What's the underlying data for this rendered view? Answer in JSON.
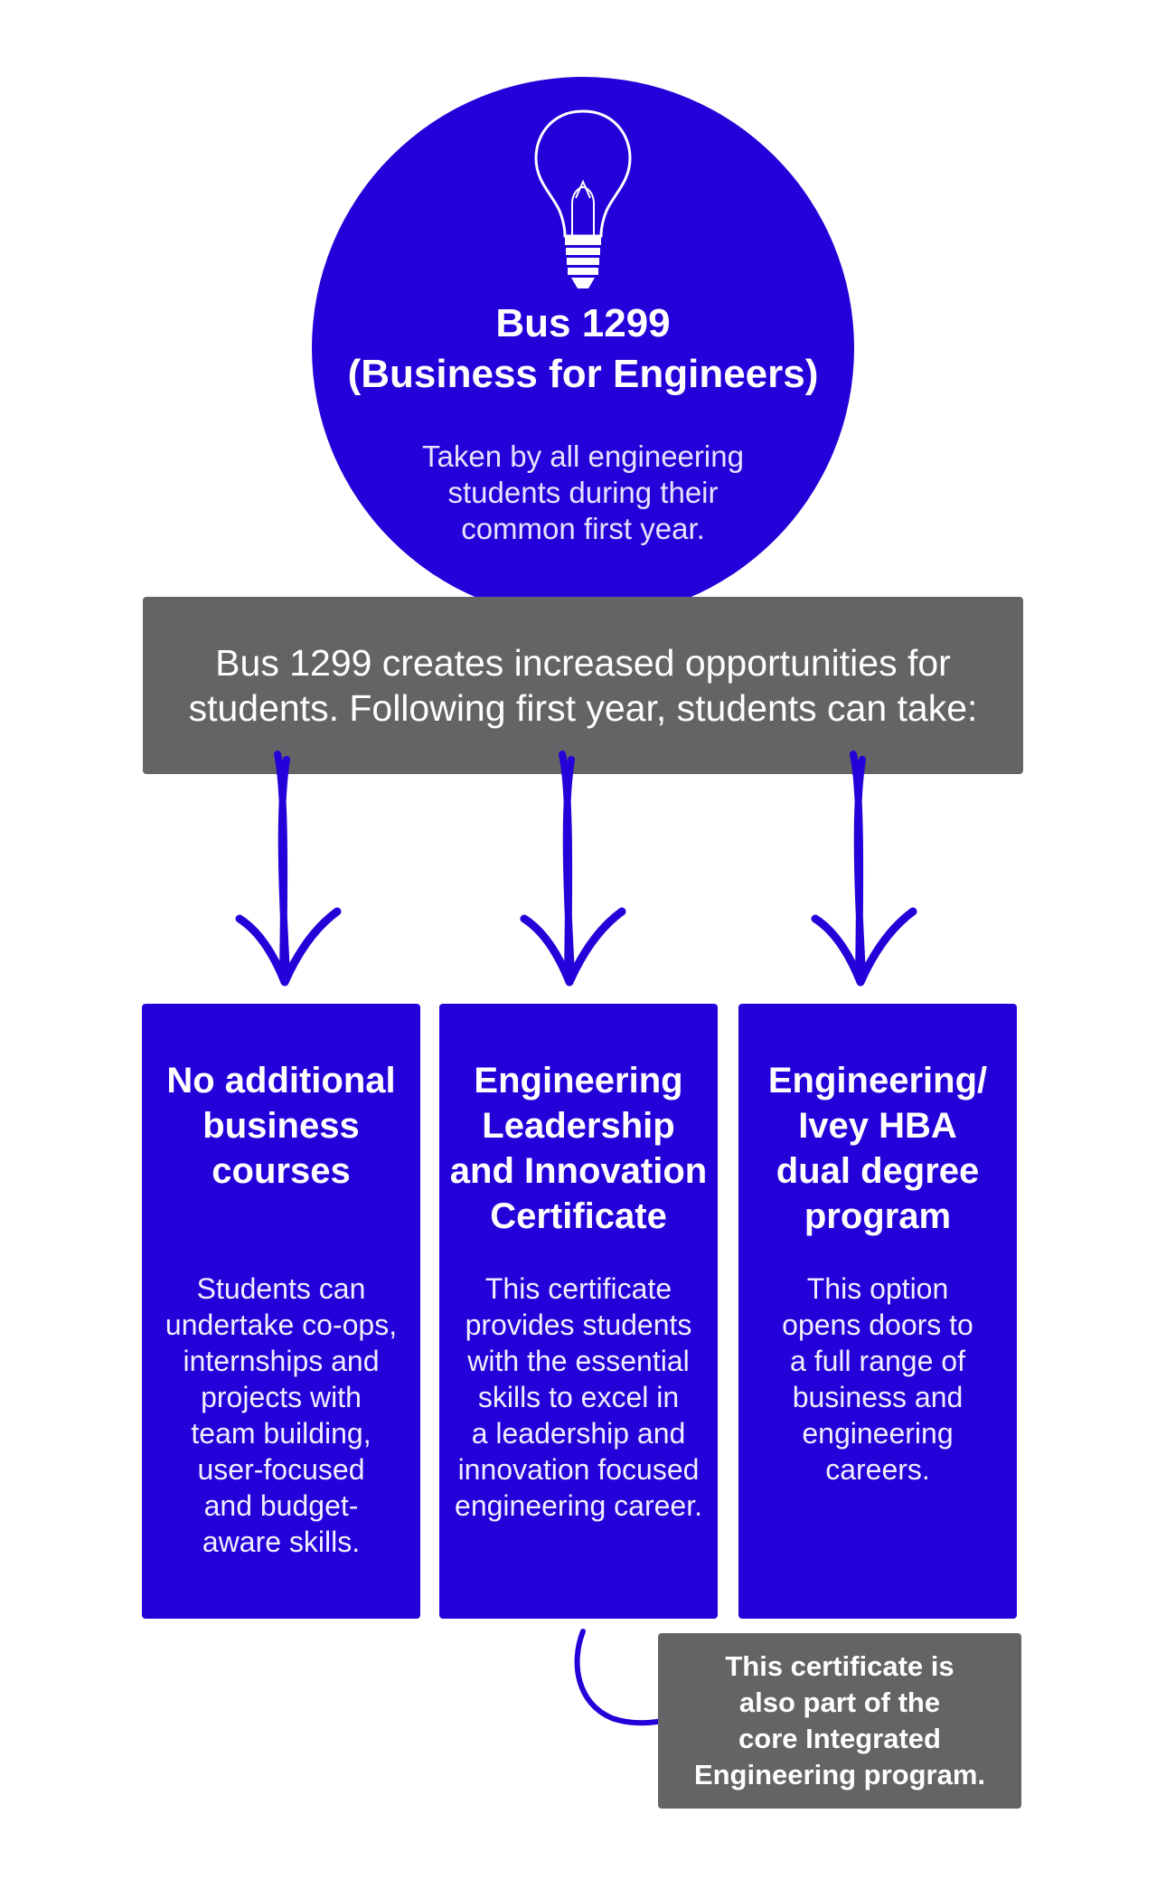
{
  "header": {
    "title_line1": "Bus 1299",
    "title_line2": "(Business for Engineers)",
    "subtitle_line1": "Taken by all engineering",
    "subtitle_line2": "students during their",
    "subtitle_line3": "common first year.",
    "icon": "lightbulb-icon"
  },
  "banner": {
    "line1": "Bus 1299 creates increased opportunities for",
    "line2": "students. Following first year, students can take:"
  },
  "options": [
    {
      "title_lines": [
        "No additional",
        "business",
        "courses"
      ],
      "body_lines": [
        "Students can",
        "undertake co-ops,",
        "internships and",
        "projects with",
        "team building,",
        "user-focused",
        "and budget-",
        "aware skills."
      ]
    },
    {
      "title_lines": [
        "Engineering",
        "Leadership",
        "and Innovation",
        "Certificate"
      ],
      "body_lines": [
        "This certificate",
        "provides students",
        "with the essential",
        "skills to excel in",
        "a leadership and",
        "innovation focused",
        "engineering career."
      ]
    },
    {
      "title_lines": [
        "Engineering/",
        "Ivey HBA",
        "dual degree",
        "program"
      ],
      "body_lines": [
        "This option",
        "opens doors to",
        "a full range of",
        "business and",
        "engineering",
        "careers."
      ]
    }
  ],
  "note": {
    "lines": [
      "This certificate is",
      "also part of the",
      "core Integrated",
      "Engineering program."
    ]
  },
  "colors": {
    "primary_blue": "#2500d9",
    "panel_gray": "#656365",
    "background": "#ffffff"
  }
}
